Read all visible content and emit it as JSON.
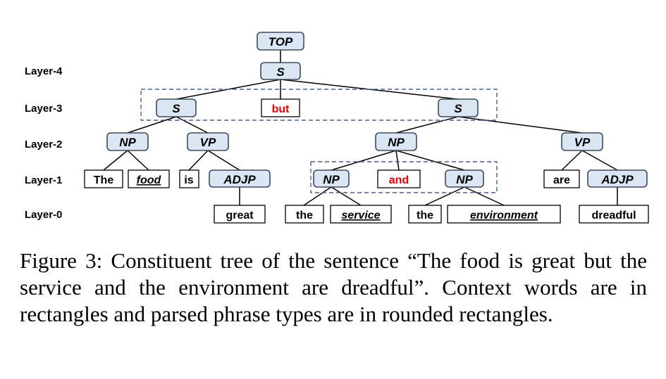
{
  "layers": [
    "Layer-4",
    "Layer-3",
    "Layer-2",
    "Layer-1",
    "Layer-0"
  ],
  "nodes": {
    "top": {
      "label": "TOP"
    },
    "s_root": {
      "label": "S"
    },
    "s_left": {
      "label": "S"
    },
    "but": {
      "label": "but"
    },
    "s_right": {
      "label": "S"
    },
    "np_left": {
      "label": "NP"
    },
    "vp_left": {
      "label": "VP"
    },
    "np_mid": {
      "label": "NP"
    },
    "vp_right": {
      "label": "VP"
    },
    "the1": {
      "label": "The"
    },
    "food": {
      "label": "food"
    },
    "is": {
      "label": "is"
    },
    "adjp_left": {
      "label": "ADJP"
    },
    "np_sub1": {
      "label": "NP"
    },
    "and": {
      "label": "and"
    },
    "np_sub2": {
      "label": "NP"
    },
    "are": {
      "label": "are"
    },
    "adjp_right": {
      "label": "ADJP"
    },
    "great": {
      "label": "great"
    },
    "the2": {
      "label": "the"
    },
    "service": {
      "label": "service"
    },
    "the3": {
      "label": "the"
    },
    "environment": {
      "label": "environment"
    },
    "dreadful": {
      "label": "dreadful"
    }
  },
  "highlight_color": "#e60000",
  "phrase_fill_color": "#dbe6f5",
  "caption": "Figure 3: Constituent tree of the sentence “The food is great but the service and the environment are dreadful”. Context words are in rectangles and parsed phrase types are in rounded rectangles."
}
